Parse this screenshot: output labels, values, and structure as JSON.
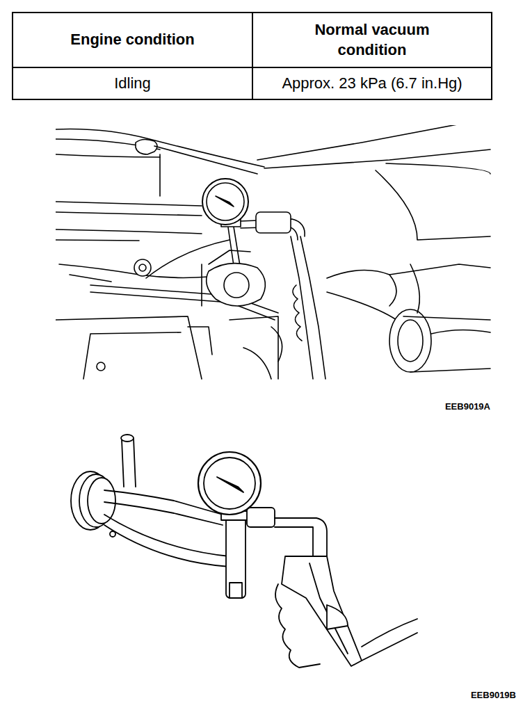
{
  "diagram": {
    "labels": [
      "Engine condition",
      "Normal vacuum condition",
      "Idling",
      "Approx. 23 kPa (6.7 in.Hg)",
      "EEB9019A",
      "EEB9019B"
    ]
  }
}
